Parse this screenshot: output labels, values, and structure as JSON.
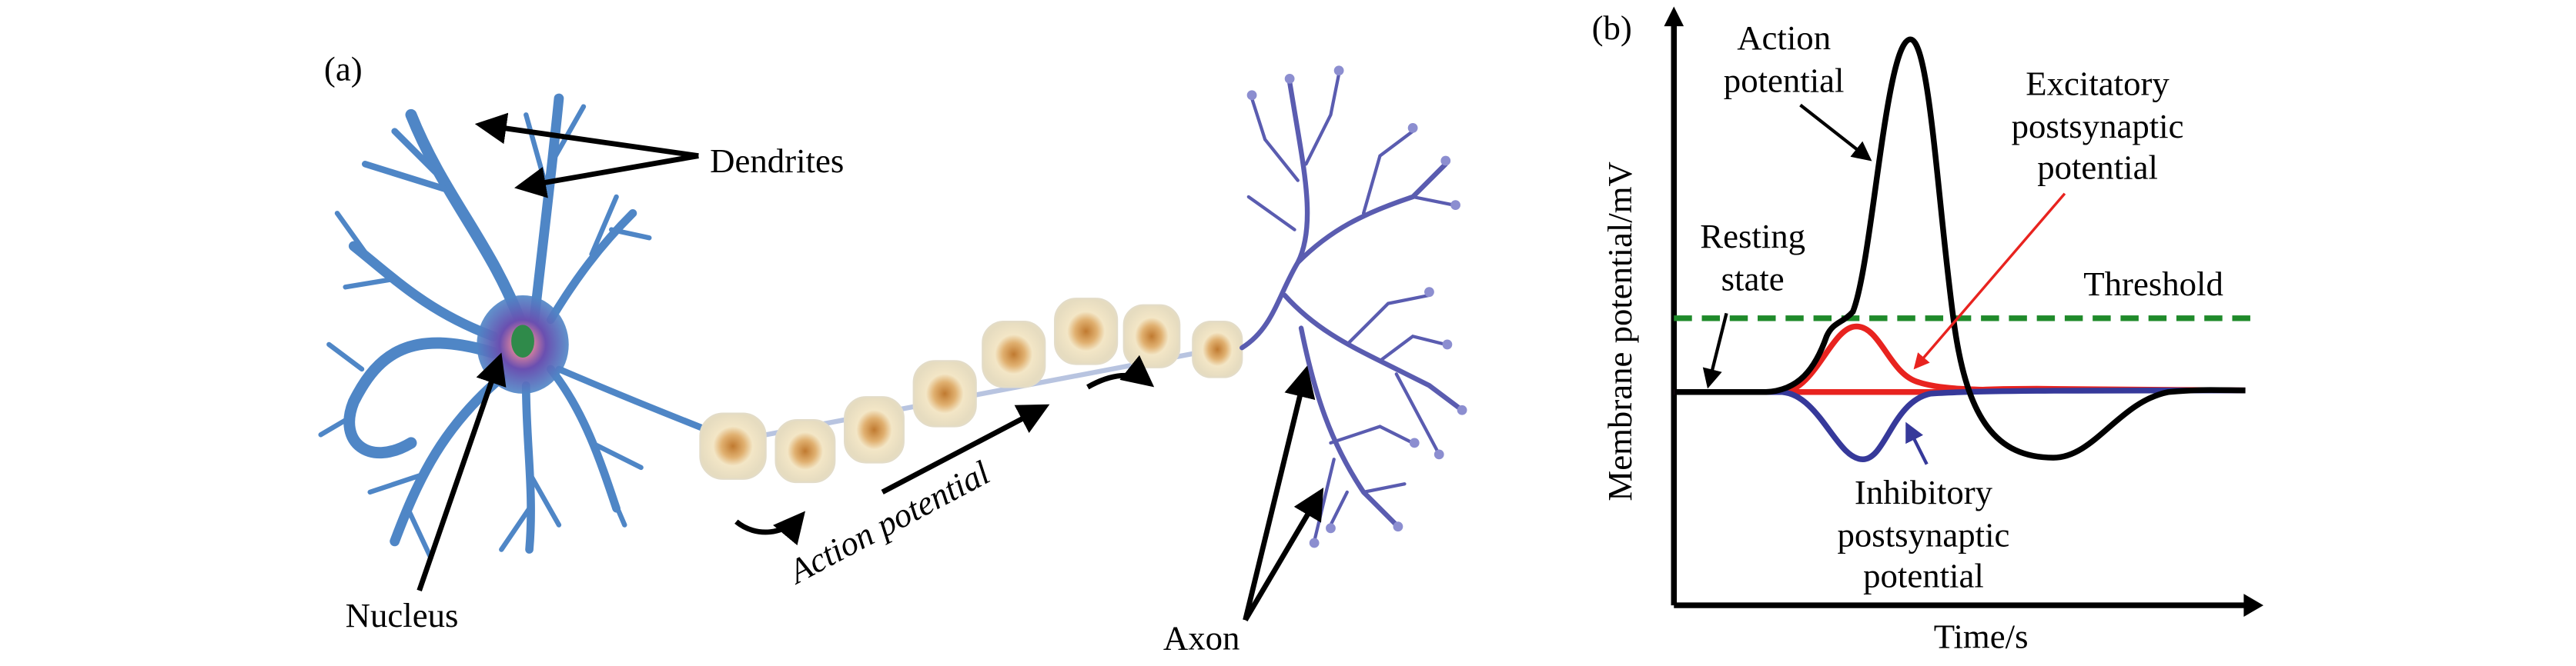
{
  "panel_a": {
    "label": "(a)",
    "dendrites_label": "Dendrites",
    "nucleus_label": "Nucleus",
    "action_potential_label": "Action potential",
    "axon_label": "Axon"
  },
  "panel_b": {
    "label": "(b)",
    "action_potential_label": [
      "Action",
      "potential"
    ],
    "excitatory_label": [
      "Excitatory",
      "postsynaptic",
      "potential"
    ],
    "resting_label": [
      "Resting",
      "state"
    ],
    "threshold_label": "Threshold",
    "inhibitory_label": [
      "Inhibitory",
      "postsynaptic",
      "potential"
    ],
    "xlabel": "Time/s",
    "ylabel": "Membrane potential/mV",
    "colors": {
      "action_potential": "#000000",
      "excitatory": "#e8231f",
      "inhibitory": "#36399a",
      "threshold": "#1f8a2a"
    }
  }
}
